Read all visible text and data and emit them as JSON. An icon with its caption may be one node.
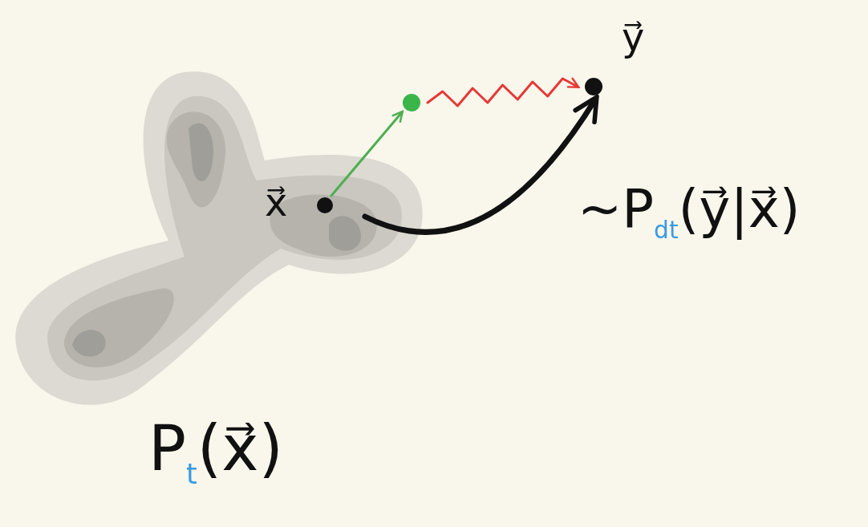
{
  "diagram": {
    "nodes": [
      {
        "text": [
          "x⃗"
        ]
      },
      {
        "text": [],
        "shape": "circle"
      },
      {
        "text": [
          "y⃗"
        ]
      }
    ],
    "edges": [
      {
        "from": 0,
        "to": 1,
        "arrow": "to",
        "color": "#4caf50"
      },
      {
        "from": 1,
        "to": 2,
        "arrow": "to",
        "color": "#e53935"
      },
      {
        "from": 0,
        "to": 2,
        "arrow": "to",
        "style": "thick",
        "color": "#111111"
      }
    ],
    "labels": [
      "P$_{t}$(x⃗)",
      "~P$_{dt}$(y⃗|x⃗)"
    ]
  }
}
